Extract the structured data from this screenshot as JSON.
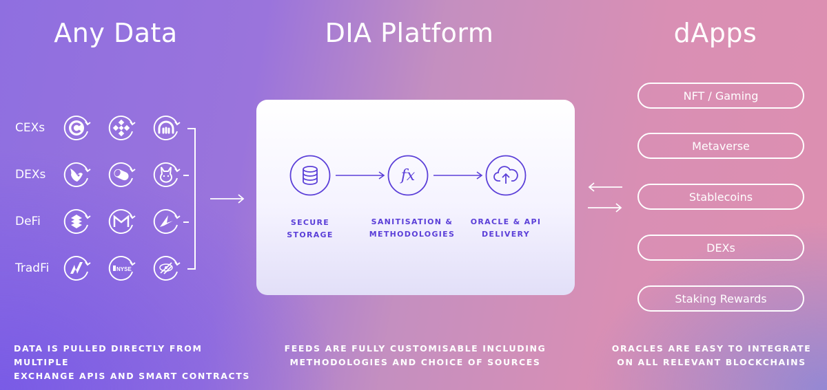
{
  "columns": {
    "left_title": "Any Data",
    "middle_title": "DIA Platform",
    "right_title": "dApps"
  },
  "sources": {
    "rows": [
      {
        "label": "CEXs",
        "icons": [
          "coinbase-icon",
          "binance-icon",
          "kraken-icon"
        ]
      },
      {
        "label": "DEXs",
        "icons": [
          "uniswap-icon",
          "sushiswap-icon",
          "pancakeswap-icon"
        ]
      },
      {
        "label": "DeFi",
        "icons": [
          "compound-icon",
          "maker-icon",
          "aave-icon"
        ]
      },
      {
        "label": "TradFi",
        "icons": [
          "nasdaq-icon",
          "nyse-icon",
          "ticker-icon"
        ]
      }
    ],
    "nyse_text": "NYSE"
  },
  "platform": {
    "stages": [
      {
        "line1": "SECURE",
        "line2": "STORAGE",
        "icon": "database-icon"
      },
      {
        "line1": "SANITISATION &",
        "line2": "METHODOLOGIES",
        "icon": "function-icon"
      },
      {
        "line1": "ORACLE & API",
        "line2": "DELIVERY",
        "icon": "cloud-upload-icon"
      }
    ],
    "fx_symbol": "fx"
  },
  "dapps": [
    "NFT / Gaming",
    "Metaverse",
    "Stablecoins",
    "DEXs",
    "Staking Rewards"
  ],
  "footers": {
    "left": [
      "DATA IS PULLED DIRECTLY FROM MULTIPLE",
      "EXCHANGE APIS AND SMART CONTRACTS"
    ],
    "middle": [
      "FEEDS ARE FULLY CUSTOMISABLE INCLUDING",
      "METHODOLOGIES AND CHOICE OF SOURCES"
    ],
    "right": [
      "ORACLES ARE EASY TO INTEGRATE",
      "ON ALL RELEVANT BLOCKCHAINS"
    ]
  },
  "colors": {
    "accent": "#5b3fd8",
    "white": "#ffffff"
  }
}
